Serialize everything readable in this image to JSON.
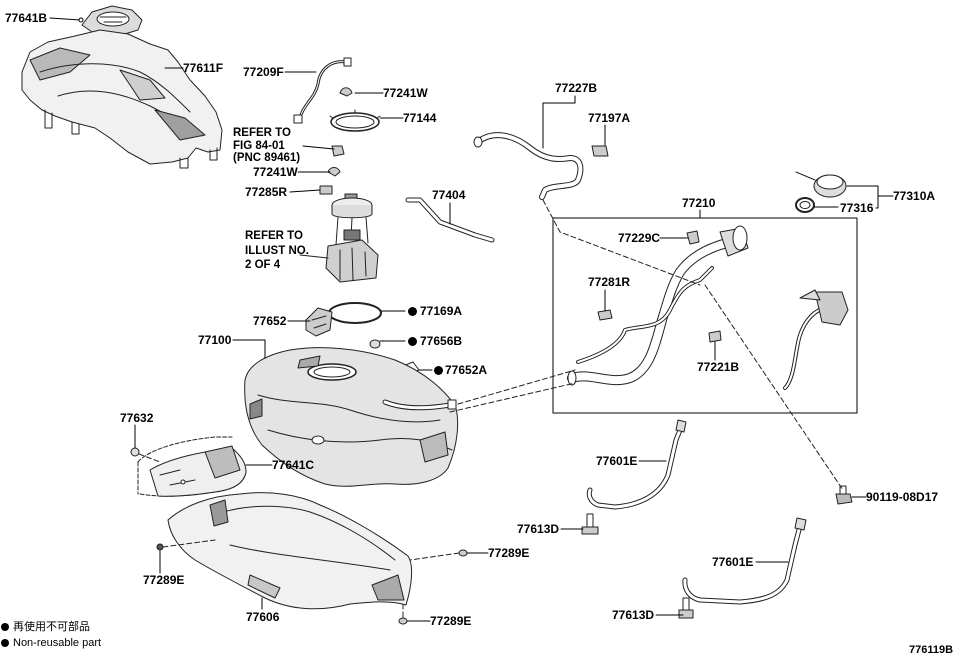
{
  "callouts": [
    {
      "code": "77641B"
    },
    {
      "code": "77611F"
    },
    {
      "code": "77209F"
    },
    {
      "code": "77241W"
    },
    {
      "code": "77144"
    },
    {
      "code": "77241W"
    },
    {
      "code": "77285R"
    },
    {
      "code": "77404"
    },
    {
      "code": "77227B"
    },
    {
      "code": "77197A"
    },
    {
      "code": "77310A"
    },
    {
      "code": "77316"
    },
    {
      "code": "77210"
    },
    {
      "code": "77229C"
    },
    {
      "code": "77281R"
    },
    {
      "code": "77221B"
    },
    {
      "code": "77652"
    },
    {
      "code": "77169A",
      "non_reusable": true
    },
    {
      "code": "77100"
    },
    {
      "code": "77656B",
      "non_reusable": true
    },
    {
      "code": "77652A",
      "non_reusable": true
    },
    {
      "code": "77632"
    },
    {
      "code": "77641C"
    },
    {
      "code": "77601E"
    },
    {
      "code": "90119-08D17"
    },
    {
      "code": "77613D"
    },
    {
      "code": "77289E"
    },
    {
      "code": "77289E"
    },
    {
      "code": "77601E"
    },
    {
      "code": "77606"
    },
    {
      "code": "77613D"
    },
    {
      "code": "77289E"
    }
  ],
  "notes": [
    {
      "lines": [
        "REFER TO",
        "FIG 84-01",
        "(PNC 89461)"
      ]
    },
    {
      "lines": [
        "REFER TO",
        "ILLUST NO.",
        "2 OF 4"
      ]
    }
  ],
  "legend": {
    "non_reusable_jp": "再使用不可部品",
    "non_reusable_en": "Non-reusable part"
  },
  "figure_number": "776119B"
}
